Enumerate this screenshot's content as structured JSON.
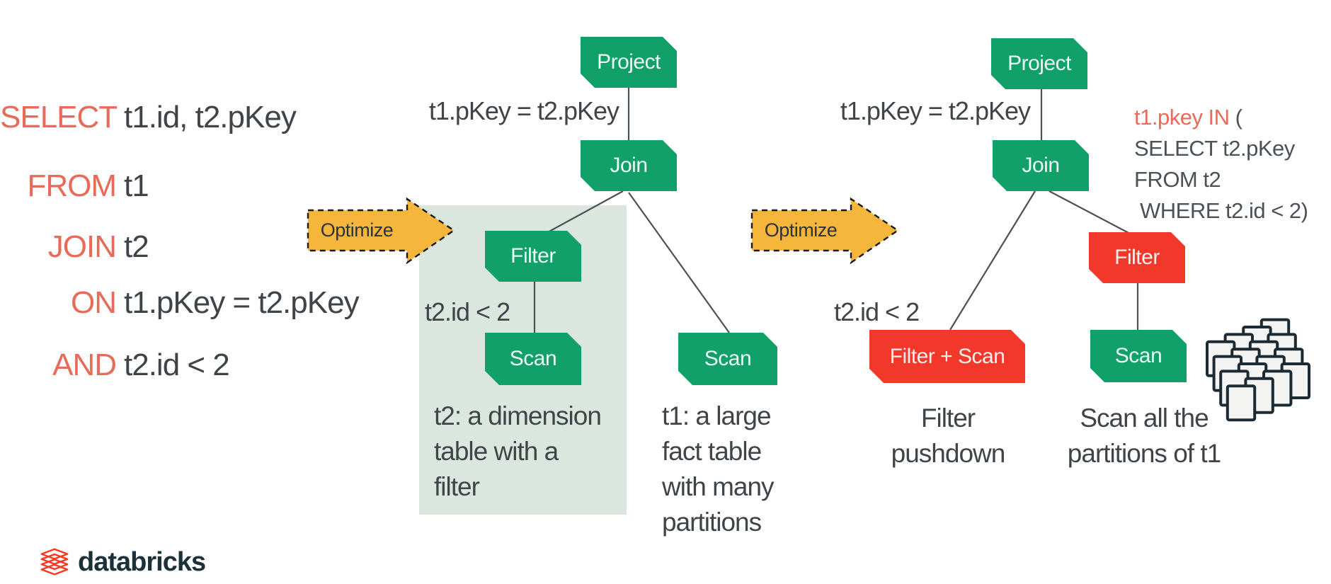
{
  "sql": {
    "lines": [
      {
        "kw": "SELECT",
        "rest": "t1.id, t2.pKey"
      },
      {
        "kw": "FROM",
        "rest": "t1"
      },
      {
        "kw": "JOIN",
        "rest": "t2"
      },
      {
        "kw": "ON",
        "rest": "t1.pKey = t2.pKey"
      },
      {
        "kw": "AND",
        "rest": "t2.id < 2"
      }
    ]
  },
  "optimize": {
    "label": "Optimize"
  },
  "left_tree": {
    "join_condition": "t1.pKey = t2.pKey",
    "filter_condition": "t2.id < 2",
    "project": "Project",
    "join": "Join",
    "filter": "Filter",
    "scan_t2": "Scan",
    "scan_t1": "Scan",
    "caption_t2": {
      "line1": "t2: a dimension",
      "line2": "table with a",
      "line3": "filter"
    },
    "caption_t1": {
      "line1": "t1: a large",
      "line2": "fact table",
      "line3": "with many",
      "line4": "partitions"
    }
  },
  "right_tree": {
    "join_condition": "t1.pKey = t2.pKey",
    "filter_condition": "t2.id < 2",
    "project": "Project",
    "join": "Join",
    "filter": "Filter",
    "filter_scan": "Filter + Scan",
    "scan": "Scan",
    "subquery": {
      "red_part": "t1.pkey IN",
      "open_paren": " (",
      "line2": "SELECT t2.pKey",
      "line3": "FROM t2",
      "line4": "WHERE t2.id < 2)"
    },
    "caption_filter": {
      "line1": "Filter",
      "line2": "pushdown"
    },
    "caption_scan": {
      "line1": "Scan all the",
      "line2": "partitions of t1"
    }
  },
  "footer": {
    "brand": "databricks"
  },
  "icons": {
    "partitions": "stacked-pages-3d",
    "logo_mark": "databricks-stacked-layers"
  },
  "colors": {
    "node_green": "#11A06A",
    "node_red": "#F2382B",
    "arrow_yellow": "#F6B63C",
    "keyword_salmon": "#E86B5A",
    "text_dark": "#3E4448",
    "edge_gray": "#4A5157",
    "highlight_bg": "#DBE7DE",
    "logo_red": "#FF3621",
    "logo_text": "#1B3139"
  }
}
